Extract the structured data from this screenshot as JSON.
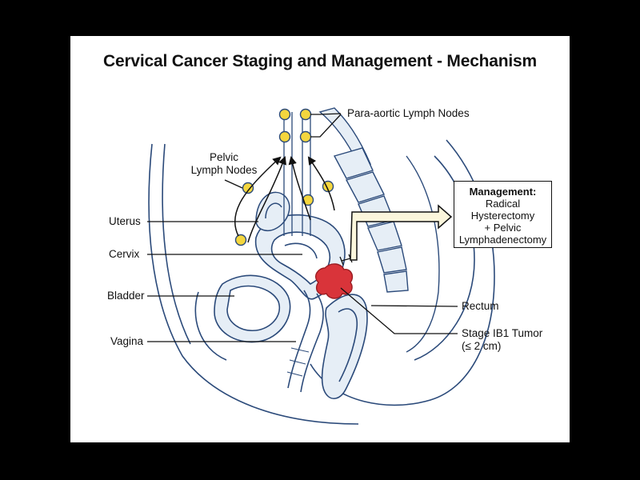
{
  "title": "Cervical Cancer Staging and Management - Mechanism",
  "labels": {
    "para_aortic": "Para-aortic Lymph Nodes",
    "pelvic_line1": "Pelvic",
    "pelvic_line2": "Lymph Nodes",
    "uterus": "Uterus",
    "cervix": "Cervix",
    "bladder": "Bladder",
    "vagina": "Vagina",
    "rectum": "Rectum",
    "tumor_line1": "Stage IB1 Tumor",
    "tumor_line2": "(≤ 2 cm)"
  },
  "management": {
    "heading": "Management:",
    "line1": "Radical",
    "line2": "Hysterectomy",
    "line3": "+ Pelvic",
    "line4": "Lymphadenectomy"
  },
  "colors": {
    "anatomy_stroke": "#2b4a7a",
    "anatomy_fill": "#e6eef6",
    "lymph_node": "#f4d63e",
    "tumor": "#d9343a",
    "arrow_fill": "#fbf6dc"
  }
}
